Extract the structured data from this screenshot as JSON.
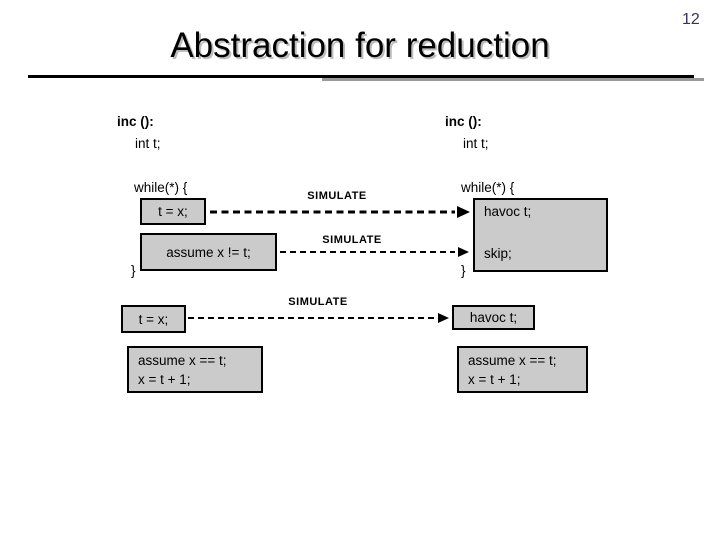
{
  "slide": {
    "title": "Abstraction for reduction",
    "page_number": "12"
  },
  "colors": {
    "background": "#FFFFFF",
    "box_fill": "#CBCBCB",
    "box_border": "#000000",
    "page_number": "#333366",
    "title_shadow": "#BDBDBD",
    "rule": "#000000",
    "rule_shadow": "#9A9A9A",
    "arrow": "#000000"
  },
  "left_program": {
    "signature": "inc ():",
    "declaration": "int t;",
    "while_open": "while(*) {",
    "loop_stmt1": "t = x;",
    "loop_stmt2": "assume x != t;",
    "while_close": "}",
    "stmt3": "t = x;",
    "stmt4_line1": "assume x == t;",
    "stmt4_line2": "x = t + 1;"
  },
  "right_program": {
    "signature": "inc ():",
    "declaration": "int t;",
    "while_open": "while(*) {",
    "loop_stmt1": "havoc t;",
    "loop_stmt2": "skip;",
    "while_close": "}",
    "stmt3": "havoc t;",
    "stmt4_line1": "assume x == t;",
    "stmt4_line2": "x = t + 1;"
  },
  "arrows": [
    {
      "label": "SIMULATE"
    },
    {
      "label": "SIMULATE"
    },
    {
      "label": "SIMULATE"
    }
  ]
}
